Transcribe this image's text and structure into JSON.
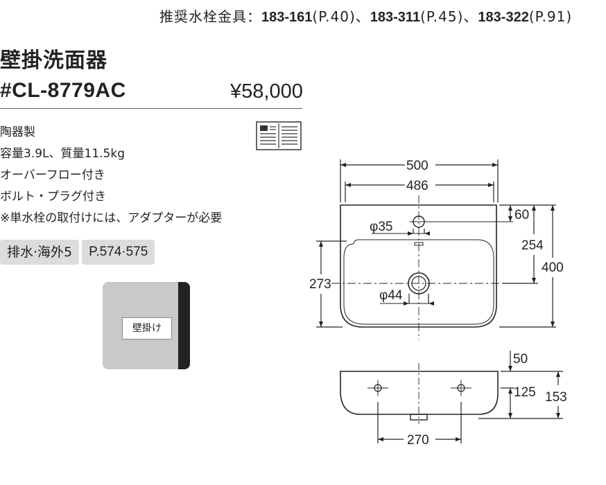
{
  "header": {
    "recommend_label": "推奨水栓金具：",
    "items": [
      {
        "code": "183-161",
        "page": "(P.40)"
      },
      {
        "code": "183-311",
        "page": "(P.45)"
      },
      {
        "code": "183-322",
        "page": "(P.91)"
      }
    ],
    "separator": "、"
  },
  "product": {
    "title": "壁掛洗面器",
    "model": "#CL-8779AC",
    "price": "¥58,000"
  },
  "specs": [
    "陶器製",
    "容量3.9L、質量11.5kg",
    "オーバーフロー付き",
    "ボルト・プラグ付き",
    "※単水栓の取付けには、アダプターが必要"
  ],
  "drain": {
    "label": "排水·海外5",
    "pages": "P.574·575"
  },
  "mount": {
    "label": "壁掛け"
  },
  "icons": {
    "catalog": "open-book-icon"
  },
  "drawing": {
    "width_outer": "500",
    "width_inner": "486",
    "top_offset": "60",
    "depth_254": "254",
    "depth_400": "400",
    "hole_35": "φ35",
    "hole_44": "φ44",
    "dim_273": "273",
    "side_50": "50",
    "side_125": "125",
    "side_153": "153",
    "side_270": "270"
  },
  "colors": {
    "text": "#222222",
    "badge": "#dcdcdc",
    "mount_bg": "#c9c9c9"
  }
}
